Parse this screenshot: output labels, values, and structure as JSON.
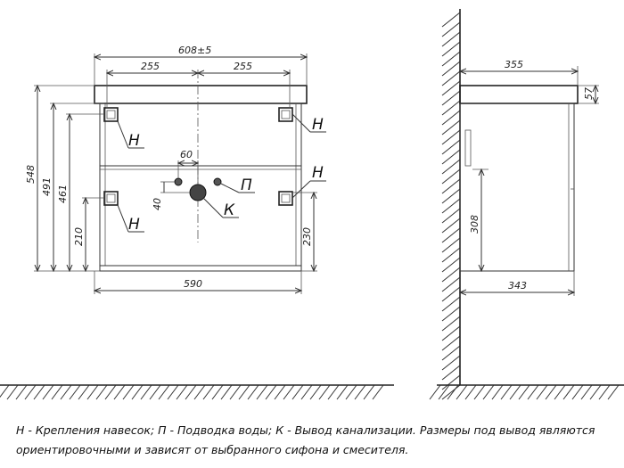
{
  "dimensions": {
    "overall_width": "608±5",
    "half_left": "255",
    "half_right": "255",
    "height_548": "548",
    "height_491": "491",
    "height_461": "461",
    "height_210": "210",
    "height_230": "230",
    "pipe_60": "60",
    "pipe_40": "40",
    "bottom_width": "590",
    "side_depth": "355",
    "side_top": "57",
    "side_height": "308",
    "side_bottom_depth": "343"
  },
  "labels": {
    "mount": "Н",
    "water": "П",
    "drain": "К"
  },
  "legend": {
    "line1": "Н - Крепления навесок; П - Подводка воды; К - Вывод канализации. Размеры под вывод являются",
    "line2": "ориентировочными и зависят от выбранного сифона и смесителя."
  }
}
